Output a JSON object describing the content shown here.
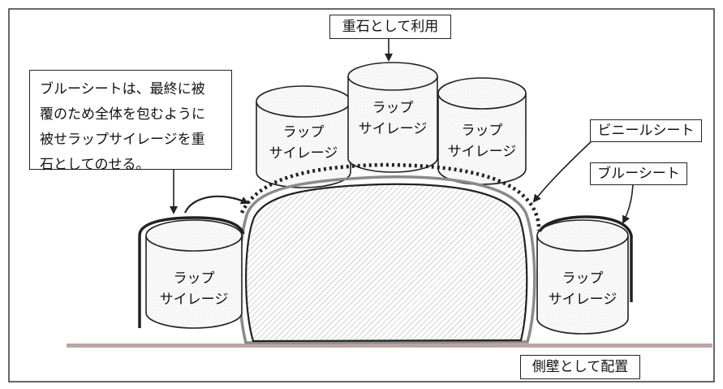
{
  "labels": {
    "weight_use": "重石として利用",
    "vinyl_sheet": "ビニールシート",
    "blue_sheet": "ブルーシート",
    "side_wall": "側壁として配置",
    "note_lines": [
      "ブルーシートは、最終に被",
      "覆のため全体を包むように",
      "被せラップサイレージを重",
      "石としてのせる。"
    ]
  },
  "cylinder": {
    "line1": "ラップ",
    "line2": "サイレージ"
  },
  "colors": {
    "line": "#222222",
    "ground": "#b9a7a4",
    "hatch": "#9a9a9a",
    "sheet_gray": "#8c8c8c"
  }
}
